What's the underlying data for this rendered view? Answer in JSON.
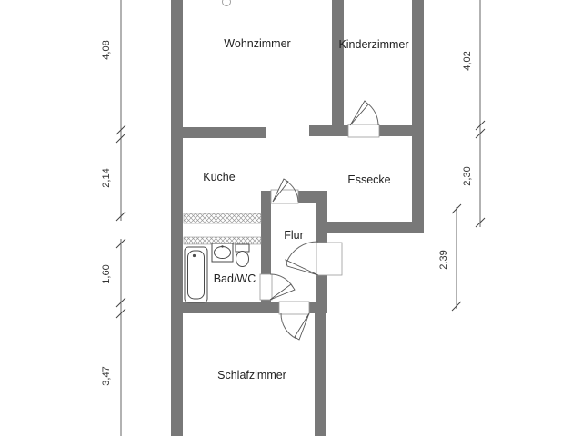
{
  "plan_title": "apartment-floor-plan",
  "rooms": {
    "wohnzimmer": {
      "label": "Wohnzimmer"
    },
    "kinderzimmer": {
      "label": "Kinderzimmer"
    },
    "kueche": {
      "label": "Küche"
    },
    "essecke": {
      "label": "Essecke"
    },
    "flur": {
      "label": "Flur"
    },
    "badwc": {
      "label": "Bad/WC"
    },
    "schlafzimmer": {
      "label": "Schlafzimmer"
    }
  },
  "dimensions": {
    "left": [
      {
        "value": "4,08"
      },
      {
        "value": "2,14"
      },
      {
        "value": "1,60"
      },
      {
        "value": "3,47"
      }
    ],
    "right": [
      {
        "value": "4,02"
      },
      {
        "value": "2,30"
      }
    ],
    "inner_right": [
      {
        "value": "2.39"
      }
    ]
  },
  "colors": {
    "wall": "#787878",
    "dimension_line": "#666666",
    "text": "#222222",
    "background": "#ffffff"
  }
}
